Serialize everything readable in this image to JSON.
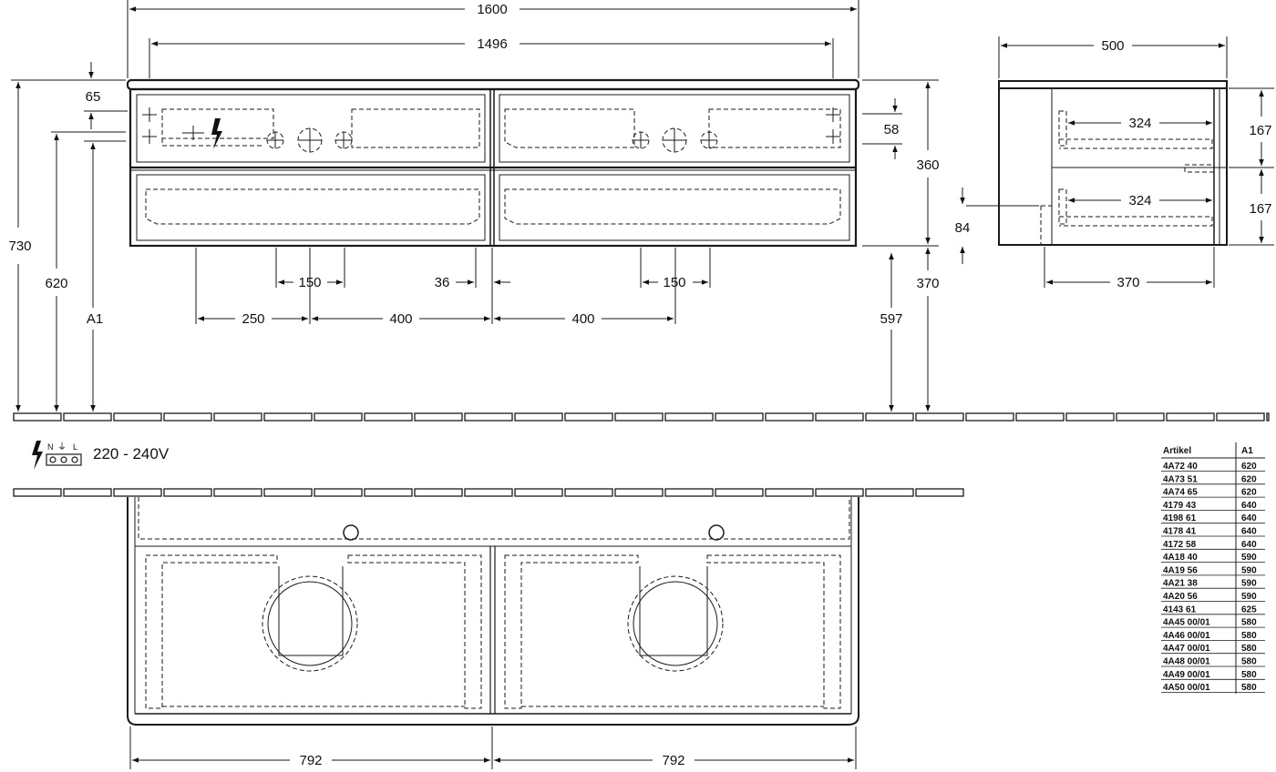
{
  "dimensions": {
    "front_top_overall": "1600",
    "front_top_inner": "1496",
    "top_depth": "500",
    "left_65": "65",
    "left_730": "730",
    "left_620": "620",
    "left_a1": "A1",
    "right_58": "58",
    "right_360": "360",
    "right_370": "370",
    "right_597": "597",
    "bottom_150_left": "150",
    "bottom_36": "36",
    "bottom_150_right": "150",
    "bottom_250": "250",
    "bottom_400_left": "400",
    "bottom_400_right": "400",
    "side_324_top": "324",
    "side_324_bottom": "324",
    "side_167_top": "167",
    "side_167_bottom": "167",
    "side_84": "84",
    "side_370": "370",
    "plan_792_left": "792",
    "plan_792_right": "792"
  },
  "electrical": {
    "symbol_labels": [
      "N",
      "⏚",
      "L"
    ],
    "voltage": "220 - 240V"
  },
  "article_table": {
    "headers": [
      "Artikel",
      "A1"
    ],
    "rows": [
      [
        "4A72 40",
        "620"
      ],
      [
        "4A73 51",
        "620"
      ],
      [
        "4A74 65",
        "620"
      ],
      [
        "4179 43",
        "640"
      ],
      [
        "4198 61",
        "640"
      ],
      [
        "4178 41",
        "640"
      ],
      [
        "4172 58",
        "640"
      ],
      [
        "4A18 40",
        "590"
      ],
      [
        "4A19 56",
        "590"
      ],
      [
        "4A21 38",
        "590"
      ],
      [
        "4A20 56",
        "590"
      ],
      [
        "4143 61",
        "625"
      ],
      [
        "4A45 00/01",
        "580"
      ],
      [
        "4A46 00/01",
        "580"
      ],
      [
        "4A47 00/01",
        "580"
      ],
      [
        "4A48 00/01",
        "580"
      ],
      [
        "4A49 00/01",
        "580"
      ],
      [
        "4A50 00/01",
        "580"
      ]
    ]
  }
}
